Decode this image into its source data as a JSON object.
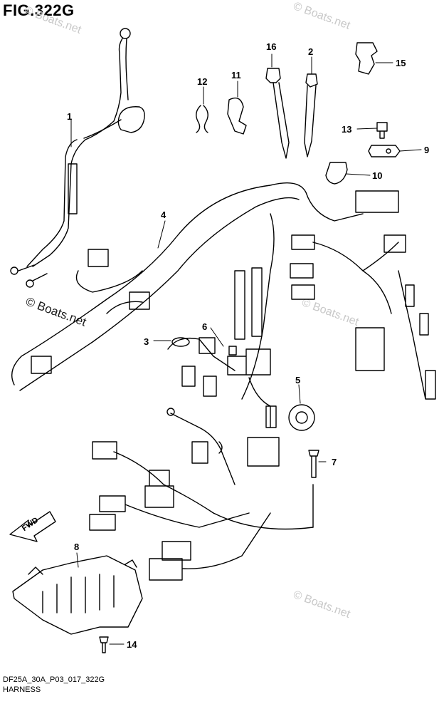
{
  "figure": {
    "title": "FIG.322G",
    "code": "DF25A_30A_P03_017_322G",
    "name": "HARNESS"
  },
  "watermarks": [
    "© Boats.net",
    "© Boats.net",
    "© Boats.net",
    "© Boats.net",
    "© Boats.net"
  ],
  "fwd_label": "FWD",
  "callouts": [
    {
      "id": "1",
      "label": "1"
    },
    {
      "id": "2",
      "label": "2"
    },
    {
      "id": "3",
      "label": "3"
    },
    {
      "id": "4",
      "label": "4"
    },
    {
      "id": "5",
      "label": "5"
    },
    {
      "id": "6",
      "label": "6"
    },
    {
      "id": "7",
      "label": "7"
    },
    {
      "id": "8",
      "label": "8"
    },
    {
      "id": "9",
      "label": "9"
    },
    {
      "id": "10",
      "label": "10"
    },
    {
      "id": "11",
      "label": "11"
    },
    {
      "id": "12",
      "label": "12"
    },
    {
      "id": "13",
      "label": "13"
    },
    {
      "id": "14",
      "label": "14"
    },
    {
      "id": "15",
      "label": "15"
    },
    {
      "id": "16",
      "label": "16"
    }
  ],
  "colors": {
    "line": "#000000",
    "watermark": "#c8c8c8"
  }
}
